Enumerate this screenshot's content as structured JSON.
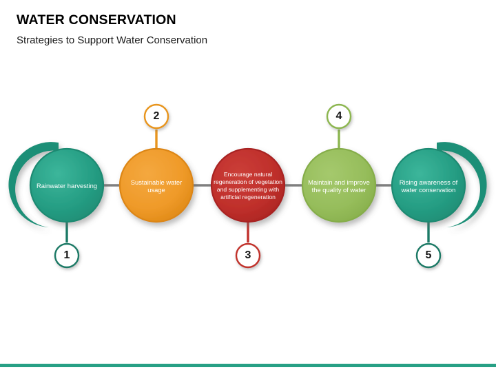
{
  "header": {
    "title": "WATER CONSERVATION",
    "subtitle": "Strategies to Support Water Conservation"
  },
  "diagram": {
    "type": "process-circles",
    "orientation": "horizontal",
    "node_count": 5,
    "nodes": [
      {
        "number": "1",
        "label": "Rainwater harvesting",
        "color": "#259d83",
        "badge_ring_color": "#1b7a66",
        "badge_position": "below",
        "decor": "crescent-left"
      },
      {
        "number": "2",
        "label": "Sustainable water usage",
        "color": "#ef9a29",
        "badge_ring_color": "#e8951f",
        "badge_position": "above",
        "decor": "none"
      },
      {
        "number": "3",
        "label": "Encourage natural regeneration of vegetation and supplementing with artificial regeneration",
        "color": "#bf2f2b",
        "badge_ring_color": "#c1302c",
        "badge_position": "below",
        "decor": "none"
      },
      {
        "number": "4",
        "label": "Maintain and improve the quality of water",
        "color": "#96bd5b",
        "badge_ring_color": "#8cb64f",
        "badge_position": "above",
        "decor": "none"
      },
      {
        "number": "5",
        "label": "Rising awareness of water conservation",
        "color": "#259d83",
        "badge_ring_color": "#1b7a66",
        "badge_position": "below",
        "decor": "crescent-right"
      }
    ],
    "connector_color": "#7f7f7f"
  },
  "accent": {
    "bottom_bar_color": "#27a085"
  }
}
